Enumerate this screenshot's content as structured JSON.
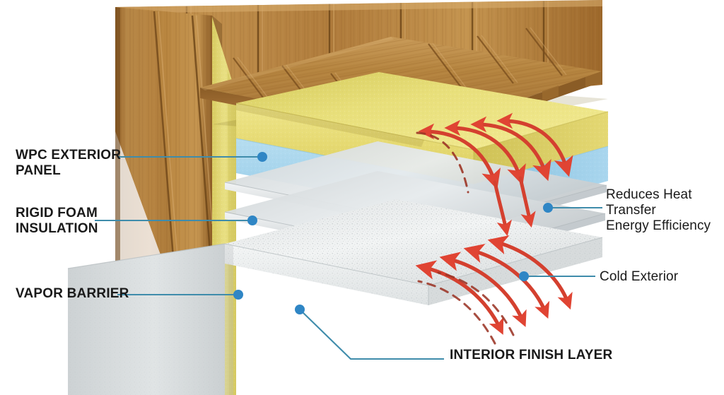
{
  "diagram": {
    "title": "Insulated WPC exterior wall assembly cutaway",
    "background_color": "#ffffff",
    "accent_color": "#2f86c5",
    "leader_line_color": "#3f8cab",
    "heat_arrow_color": "#e04030",
    "heat_arrow_dark": "#a03428"
  },
  "labels": {
    "wpc_exterior_panel": "WPC EXTERIOR\nPANEL",
    "rigid_foam_insulation": "RIGID FOAM\nINSULATION",
    "vapor_barrier": "VAPOR BARRIER",
    "interior_finish_layer": "INTERIOR FINISH LAYER",
    "reduces_heat_transfer": "Reduces Heat\nTransfer\nEnergy Efficiency",
    "cold_exterior": "Cold Exterior"
  },
  "layers": [
    {
      "name": "wpc-exterior-panel",
      "label": "WPC EXTERIOR PANEL",
      "color": "#b5823f"
    },
    {
      "name": "rigid-foam-insulation-yellow",
      "label": "RIGID FOAM INSULATION",
      "color": "#ecdf76"
    },
    {
      "name": "rigid-foam-insulation-blue",
      "label": "RIGID FOAM INSULATION",
      "color": "#a8d8ef"
    },
    {
      "name": "vapor-barrier",
      "label": "VAPOR BARRIER",
      "color": "#d9dcde"
    },
    {
      "name": "interior-finish-layer",
      "label": "INTERIOR FINISH LAYER",
      "color": "#eceff0"
    }
  ],
  "annotations": {
    "heat_flow_upper": "Heat transfer arrows through upper assembly",
    "heat_flow_lower": "Heat transfer arrows through lower assembly",
    "dashed_path": "Reduced heat path"
  }
}
